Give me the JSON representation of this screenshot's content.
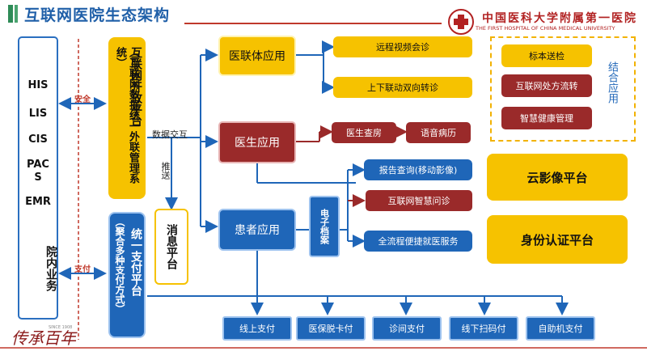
{
  "header": {
    "title": "互联网医院生态架构",
    "logo_text": "中国医科大学附属第一医院",
    "logo_subtitle": "THE FIRST HOSPITAL OF CHINA MEDICAL UNIVERSITY"
  },
  "left_systems": [
    "HIS",
    "LIS",
    "CIS",
    "PACS",
    "EMR",
    "院内业务"
  ],
  "labels": {
    "secure": "安全",
    "pay": "支付",
    "data_exchange": "数据交互",
    "push": "推送",
    "e_record": "电子档案"
  },
  "platforms": {
    "open_platform": "互联网开放平台",
    "open_platform_sub": "（互联网数据统一外联管理系统）",
    "message_platform": "消息平台",
    "payment_platform": "统一支付平台",
    "payment_platform_sub": "（聚合多种支付方式）"
  },
  "apps": {
    "alliance": "医联体应用",
    "doctor": "医生应用",
    "patient": "患者应用"
  },
  "alliance_items": [
    "远程视频会诊",
    "上下联动双向转诊"
  ],
  "doctor_items": [
    "医生查房",
    "语音病历"
  ],
  "patient_items": [
    "报告查询(移动影像)",
    "互联网智慧问诊",
    "全流程便捷就医服务"
  ],
  "combined": {
    "label": "结合应用",
    "items": [
      "标本送检",
      "互联网处方流转",
      "智慧健康管理"
    ]
  },
  "right_platforms": [
    "云影像平台",
    "身份认证平台"
  ],
  "payment_channels": [
    "线上支付",
    "医保脱卡付",
    "诊间支付",
    "线下扫码付",
    "自助机支付"
  ],
  "footer": {
    "logo_text": "传承百年",
    "since": "SINCE 1908"
  }
}
